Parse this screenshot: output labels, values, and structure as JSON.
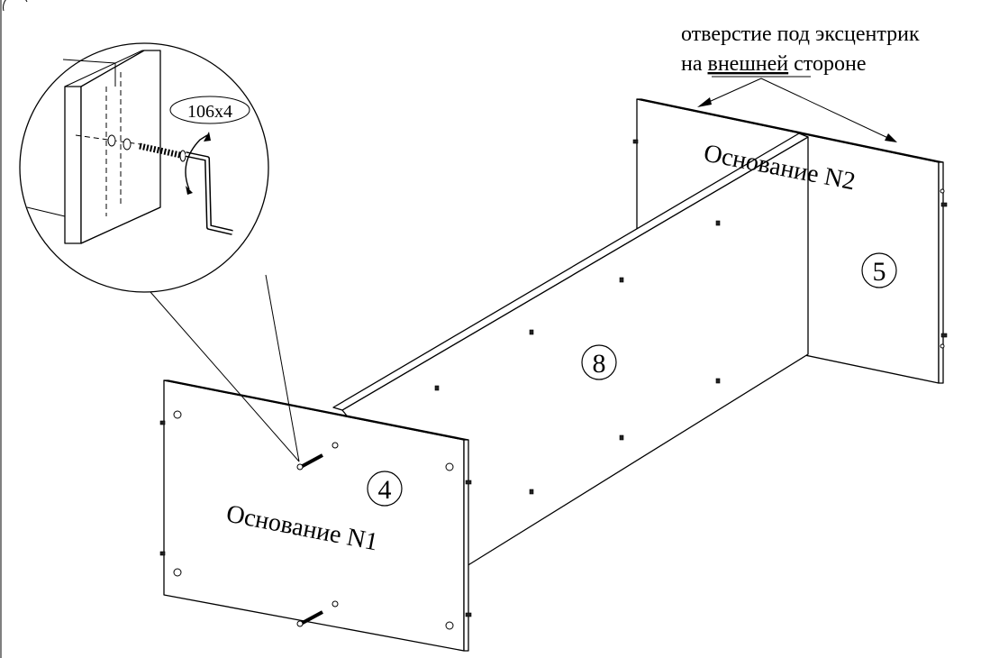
{
  "note": {
    "line1": "отверстие под эксцентрик",
    "line2_prefix": "на ",
    "line2_underlined": "внешней",
    "line2_suffix": " стороне"
  },
  "screw_callout": "106x4",
  "parts": {
    "base_n1": {
      "number": "4",
      "label": "Основание N1"
    },
    "base_n2": {
      "number": "5",
      "label": "Основание N2"
    },
    "middle": {
      "number": "8"
    }
  },
  "colors": {
    "line": "#000000",
    "background": "#ffffff"
  },
  "icons": [
    "hex-key-icon",
    "rotation-arrow-icon",
    "eccentric-screw-icon"
  ]
}
